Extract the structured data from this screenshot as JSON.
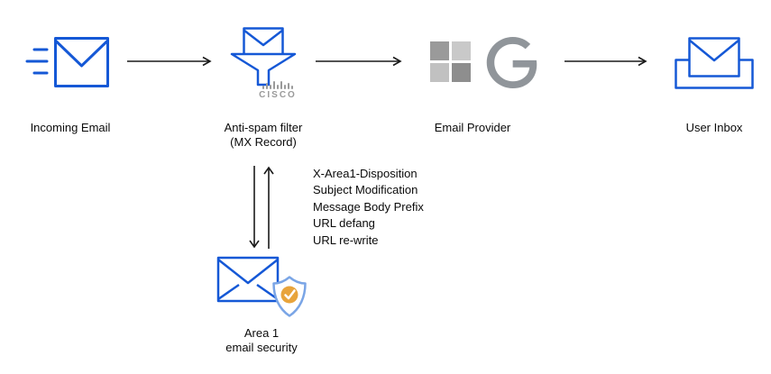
{
  "diagram": {
    "nodes": {
      "incoming_email": {
        "label": "Incoming Email"
      },
      "anti_spam_filter": {
        "label": "Anti-spam filter",
        "sublabel": "(MX Record)",
        "vendor": "CISCO"
      },
      "email_provider": {
        "label": "Email Provider"
      },
      "user_inbox": {
        "label": "User Inbox"
      },
      "area1": {
        "label": "Area 1",
        "sublabel": "email security"
      }
    },
    "annotations": [
      "X-Area1-Disposition",
      "Subject Modification",
      "Message Body Prefix",
      "URL defang",
      "URL re-write"
    ],
    "icons": {
      "incoming_email": "envelope-with-speed-lines",
      "anti_spam_filter": "envelope-into-funnel",
      "email_provider_left": "microsoft-logo",
      "email_provider_right": "google-g-logo",
      "user_inbox": "envelope-in-tray",
      "area1": "envelope-with-shield-check",
      "flow_arrow": "right-arrow",
      "feedback_arrows": "down-and-up-arrows"
    },
    "colors": {
      "envelope_blue": "#1558d6",
      "arrow_black": "#1a1a1a",
      "cisco_gray": "#9a9a9a",
      "ms_square_tl": "#9a9a9a",
      "ms_square_tr": "#c9c9c9",
      "ms_square_bl": "#c1c1c1",
      "ms_square_br": "#8e8e8e",
      "google_gray": "#90959a",
      "shield_blue": "#7aa5e6",
      "check_orange": "#e8a43c"
    }
  }
}
